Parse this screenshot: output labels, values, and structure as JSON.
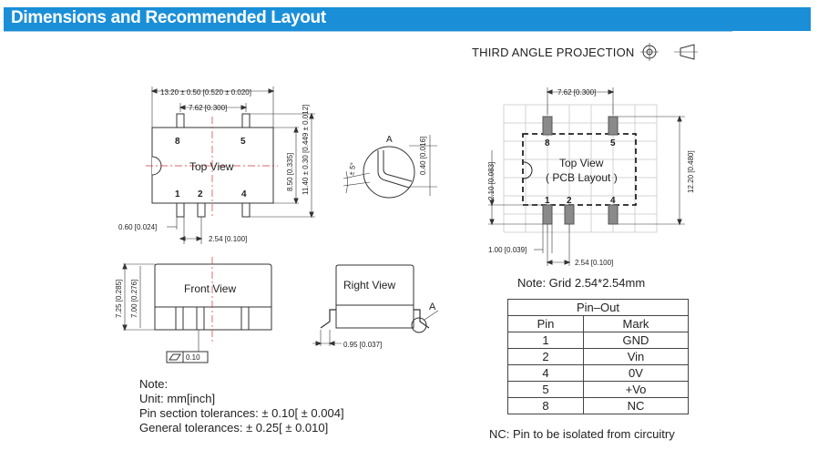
{
  "header": {
    "title": "Dimensions and Recommended Layout"
  },
  "projection": {
    "label": "THIRD ANGLE PROJECTION"
  },
  "top_view": {
    "label": "Top View",
    "dim_overall_width": "13.20 ± 0.50 [0.520 ± 0.020]",
    "dim_pin_span": "7.62 [0.300]",
    "dim_body_height": "8.50 [0.335]",
    "dim_overall_height": "11.40 ± 0.30 [0.449 ± 0.012]",
    "dim_pin_width": "0.60 [0.024]",
    "dim_pitch": "2.54 [0.100]",
    "pins_top": [
      "8",
      "5"
    ],
    "pins_bottom": [
      "1",
      "2",
      "4"
    ]
  },
  "detail_a": {
    "label": "A",
    "angle": "± 5°",
    "dim_thickness": "0.40 [0.016]"
  },
  "front_view": {
    "label": "Front View",
    "dim_height_1": "7.25 [0.285]",
    "dim_height_2": "7.00 [0.276]",
    "flatness_value": "0.10"
  },
  "right_view": {
    "label": "Right View",
    "marker": "A",
    "dim_foot": "0.95 [0.037]"
  },
  "pcb_layout": {
    "label_line1": "Top View",
    "label_line2": "( PCB Layout )",
    "dim_pin_span": "7.62 [0.300]",
    "dim_row_offset": "2.10 [0.083]",
    "dim_height": "12.20 [0.480]",
    "dim_pad_width": "1.00 [0.039]",
    "dim_pitch": "2.54 [0.100]",
    "pins_top": [
      "8",
      "5"
    ],
    "pins_bottom": [
      "1",
      "2",
      "4"
    ]
  },
  "grid_note": "Note: Grid 2.54*2.54mm",
  "pinout": {
    "title": "Pin–Out",
    "headers": [
      "Pin",
      "Mark"
    ],
    "rows": [
      {
        "pin": "1",
        "mark": "GND"
      },
      {
        "pin": "2",
        "mark": "Vin"
      },
      {
        "pin": "4",
        "mark": "0V"
      },
      {
        "pin": "5",
        "mark": "+Vo"
      },
      {
        "pin": "8",
        "mark": "NC"
      }
    ]
  },
  "notes": [
    "Note:",
    "Unit: mm[inch]",
    "Pin section tolerances: ± 0.10[ ± 0.004]",
    "General tolerances: ± 0.25[ ± 0.010]"
  ],
  "nc_note": "NC: Pin to be isolated from circuitry"
}
